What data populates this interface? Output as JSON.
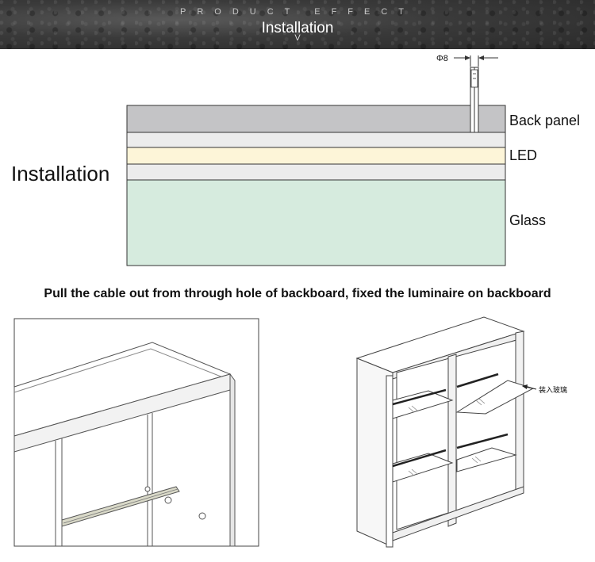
{
  "header": {
    "subtitle": "PRODUCT EFFECT",
    "title": "Installation",
    "chevron": "V"
  },
  "cross_section": {
    "side_label": "Installation",
    "dimension_label": "Φ8",
    "layers": [
      {
        "name": "back-panel",
        "label": "Back panel",
        "color": "#c4c4c6"
      },
      {
        "name": "gap-1",
        "label": "",
        "color": "#ececec"
      },
      {
        "name": "led",
        "label": "LED",
        "color": "#fdf5d8"
      },
      {
        "name": "gap-2",
        "label": "",
        "color": "#ececec"
      },
      {
        "name": "glass",
        "label": "Glass",
        "color": "#d6ebde"
      }
    ]
  },
  "caption": "Pull the cable out from through hole of backboard, fixed the luminaire on backboard",
  "cabinet_view": {
    "annotation": "装入玻璃"
  }
}
